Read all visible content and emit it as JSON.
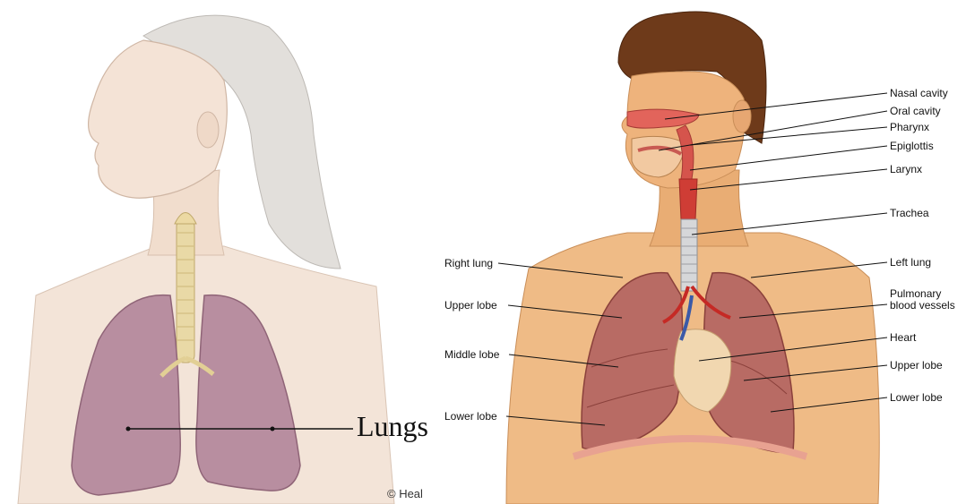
{
  "left_panel": {
    "title": "Lungs",
    "copyright": "© Heal"
  },
  "right_panel": {
    "labels": {
      "nasal_cavity": "Nasal cavity",
      "oral_cavity": "Oral cavity",
      "pharynx": "Pharynx",
      "epiglottis": "Epiglottis",
      "larynx": "Larynx",
      "trachea": "Trachea",
      "left_lung": "Left lung",
      "pulmonary_blood_vessels": "Pulmonary blood vessels",
      "heart": "Heart",
      "upper_lobe_left": "Upper lobe",
      "lower_lobe_left": "Lower lobe",
      "right_lung": "Right lung",
      "upper_lobe_right": "Upper lobe",
      "middle_lobe": "Middle lobe",
      "lower_lobe_right": "Lower lobe"
    }
  },
  "colors": {
    "skin_left": "#f2e2d6",
    "hair_left": "#d9d6d2",
    "lung_pink": "#b58597",
    "skin_right": "#e9b07c",
    "hair_right": "#6e3a1a",
    "lung_red": "#b86b64",
    "trachea": "#cfd0d2",
    "heart": "#f1d7b0"
  }
}
